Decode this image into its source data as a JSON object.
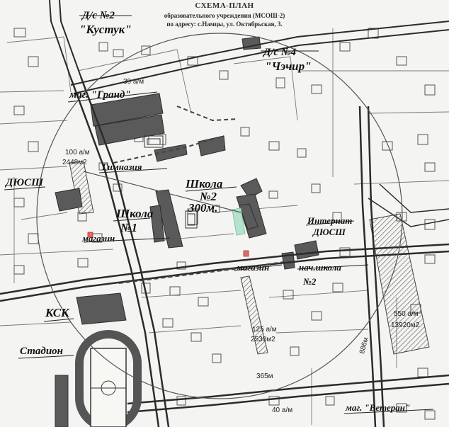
{
  "header": {
    "title": "СХЕМА-ПЛАН",
    "subtitle": "образовательного учреждения (МСОШ-2)",
    "address": "по адресу: с.Намцы, ул. Октябрьская, 3."
  },
  "labels": {
    "ds2_a": "Д/с №2",
    "ds2_b": "\"Кустук\"",
    "ds4_a": "Д/с №4",
    "ds4_b": "\"Чэчир\"",
    "grand": "маг. \"Гранд\"",
    "gymnasium": "Гимназия",
    "dyussh": "ДЮСШ",
    "school1_a": "Школа",
    "school1_b": "№1",
    "school2_a": "Школа",
    "school2_b": "№2",
    "radius": "300м.",
    "shop_left": "магазин",
    "shop_mid": "магазин",
    "internat_a": "Интернат",
    "internat_b": "ДЮСШ",
    "nach_a": "нач.школа",
    "nach_b": "№2",
    "ksk": "КСК",
    "stadium": "Стадион",
    "veteran": "маг. \"Ветеран\""
  },
  "measures": {
    "m39": "39 а/м",
    "m2448": "2448м2",
    "m100": "100 а/м",
    "m125": "125 а/м",
    "m2530": "2530м2",
    "m550": "550 а/м",
    "m13920": "13920м2",
    "m365": "365м",
    "m886": "886м",
    "m40": "40 а/м"
  }
}
